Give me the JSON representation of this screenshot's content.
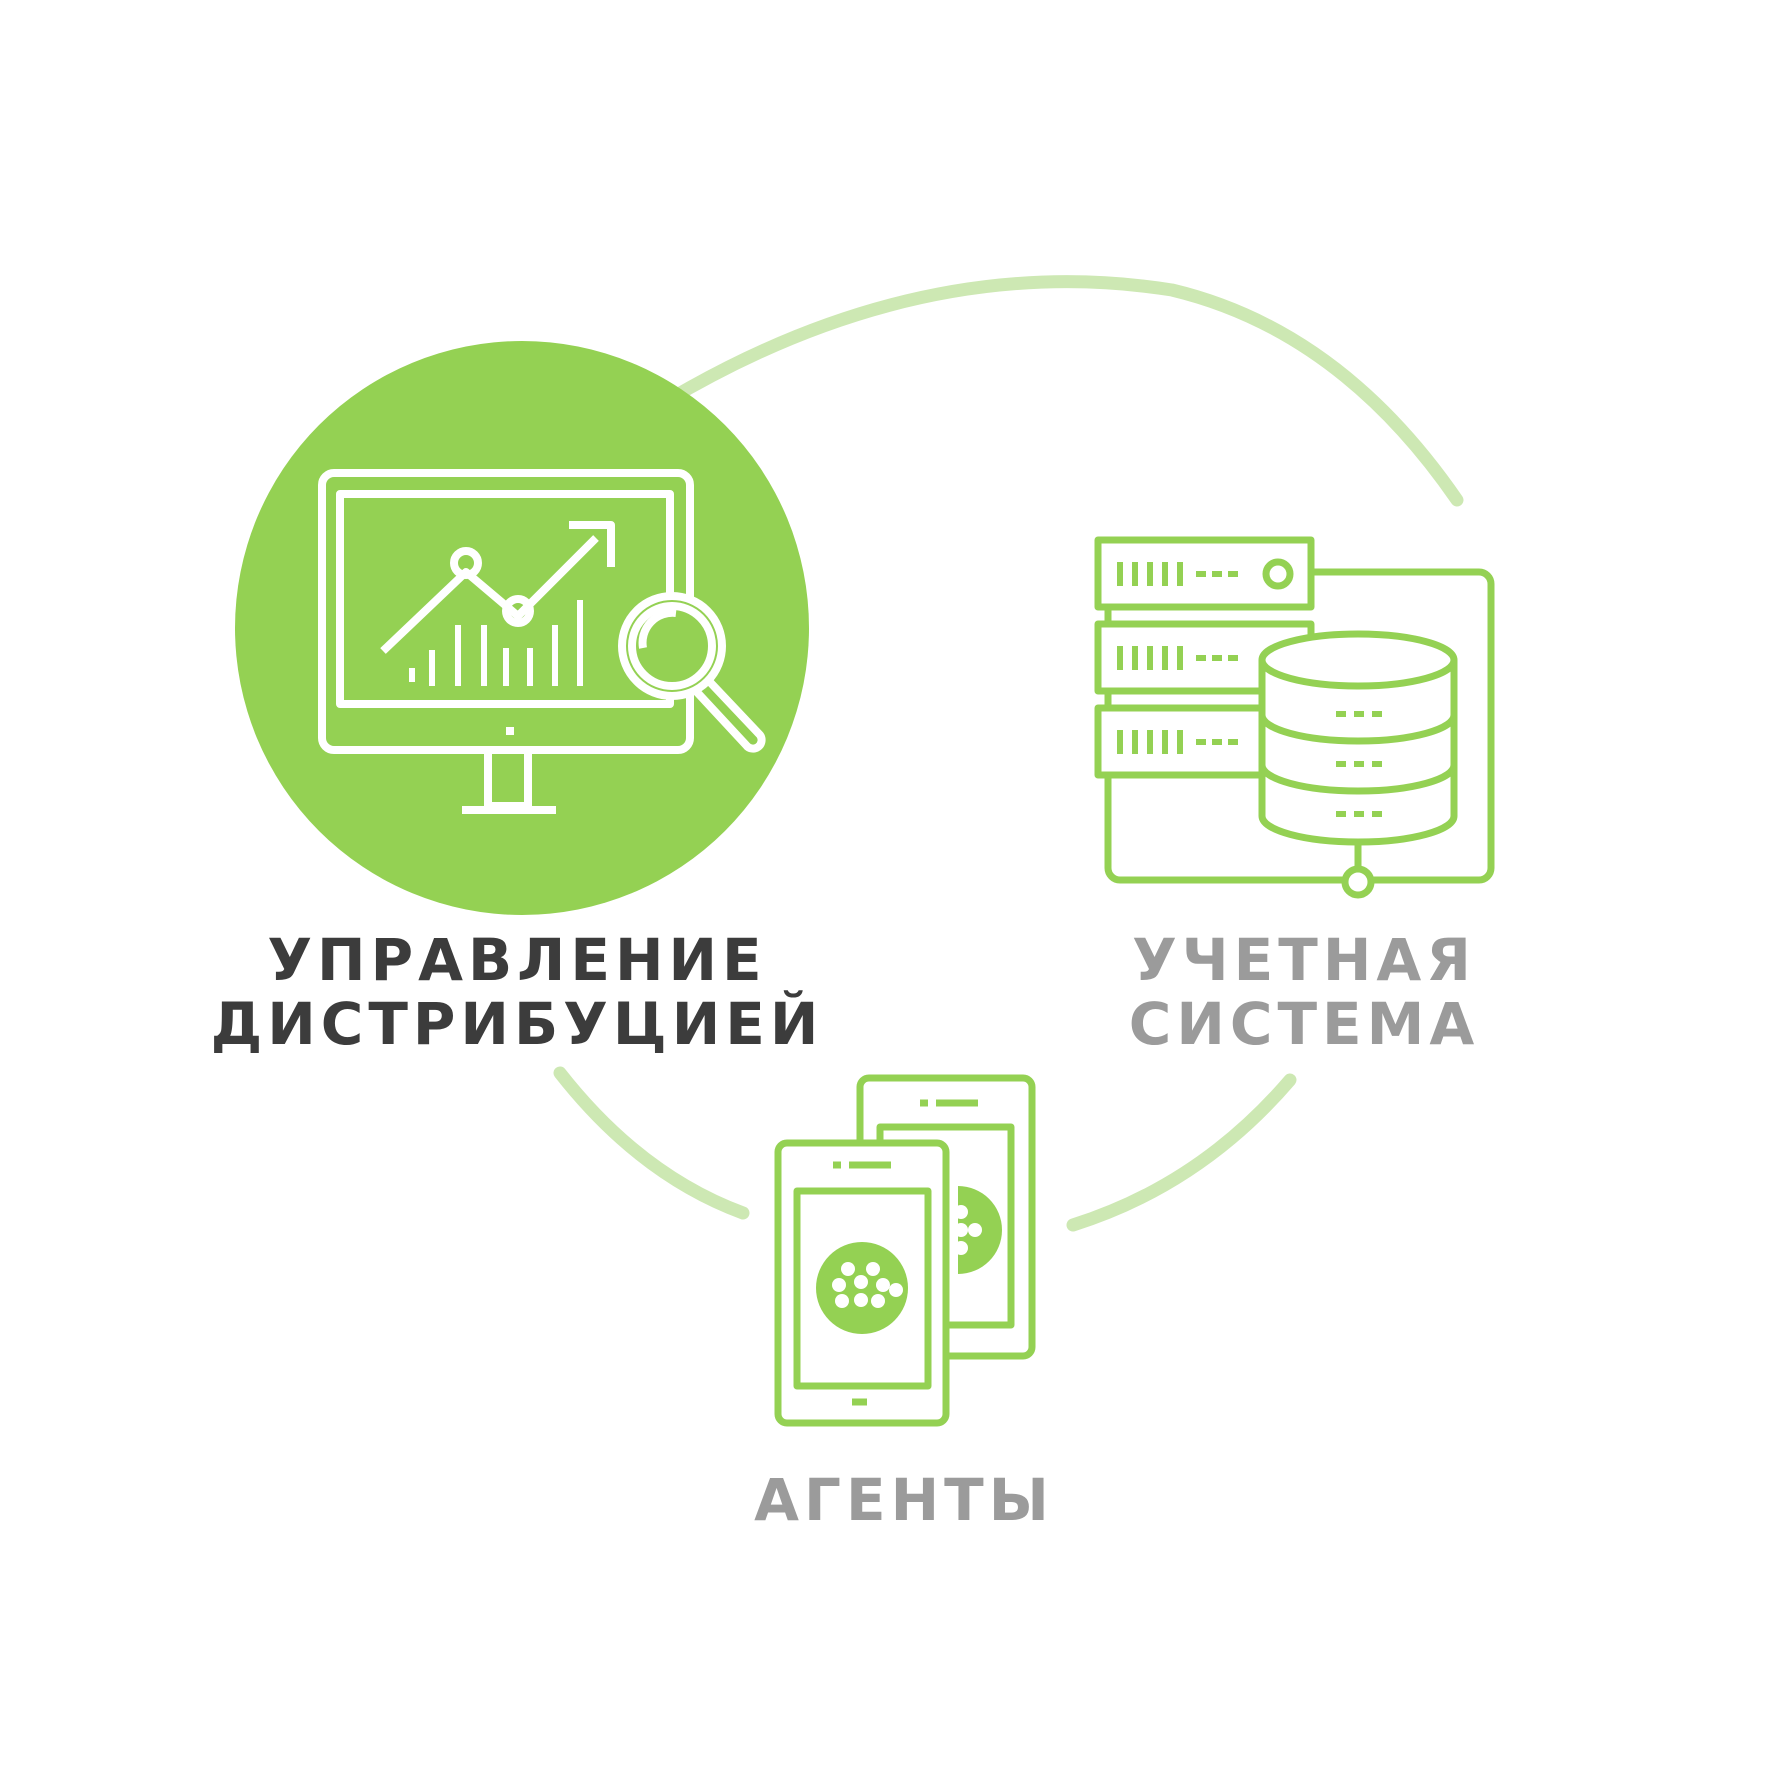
{
  "colors": {
    "accent": "#94d153",
    "arc": "#cde8b3",
    "text_dark": "#3c3c3c",
    "text_gray": "#9b9b9b",
    "icon_on_accent": "#ffffff"
  },
  "nodes": {
    "distribution": {
      "line1": "УПРАВЛЕНИЕ",
      "line2": "ДИСТРИБУЦИЕЙ",
      "icon": "monitor-analytics-icon",
      "highlighted": true
    },
    "accounting": {
      "line1": "УЧЕТНАЯ",
      "line2": "СИСТЕМА",
      "icon": "server-database-icon",
      "highlighted": false
    },
    "agents": {
      "line1": "АГЕНТЫ",
      "icon": "tablets-icon",
      "highlighted": false
    }
  }
}
